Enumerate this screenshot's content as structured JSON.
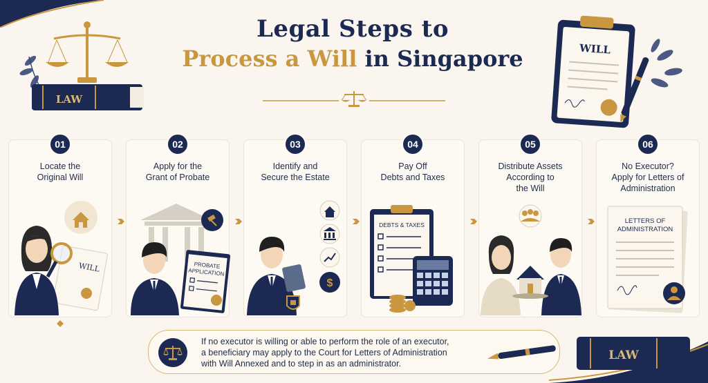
{
  "title": {
    "line1": "Legal Steps to",
    "line2_accent": "Process a Will",
    "line2_rest": "in Singapore"
  },
  "decor": {
    "law_book_label": "LAW",
    "will_doc_label": "WILL"
  },
  "steps": [
    {
      "number": "01",
      "title_lines": [
        "Locate the",
        "Original Will"
      ],
      "illustration_text": "WILL"
    },
    {
      "number": "02",
      "title_lines": [
        "Apply for the",
        "Grant of Probate"
      ],
      "illustration_text_lines": [
        "PROBATE",
        "APPLICATION"
      ]
    },
    {
      "number": "03",
      "title_lines": [
        "Identify and",
        "Secure the Estate"
      ]
    },
    {
      "number": "04",
      "title_lines": [
        "Pay Off",
        "Debts and Taxes"
      ],
      "illustration_text": "DEBTS & TAXES"
    },
    {
      "number": "05",
      "title_lines": [
        "Distribute Assets",
        "According to",
        "the Will"
      ]
    },
    {
      "number": "06",
      "title_lines": [
        "No Executor?",
        "Apply for Letters of",
        "Administration"
      ],
      "illustration_text_lines": [
        "LETTERS OF",
        "ADMINISTRATION"
      ]
    }
  ],
  "note": {
    "lines": [
      "If no executor is willing or able to perform the role of an executor,",
      "a beneficiary may apply to the Court for Letters of Administration",
      "with Will Annexed and to step in as an administrator."
    ]
  },
  "colors": {
    "navy": "#1c2952",
    "gold": "#c8973f",
    "background": "#faf6ef"
  }
}
